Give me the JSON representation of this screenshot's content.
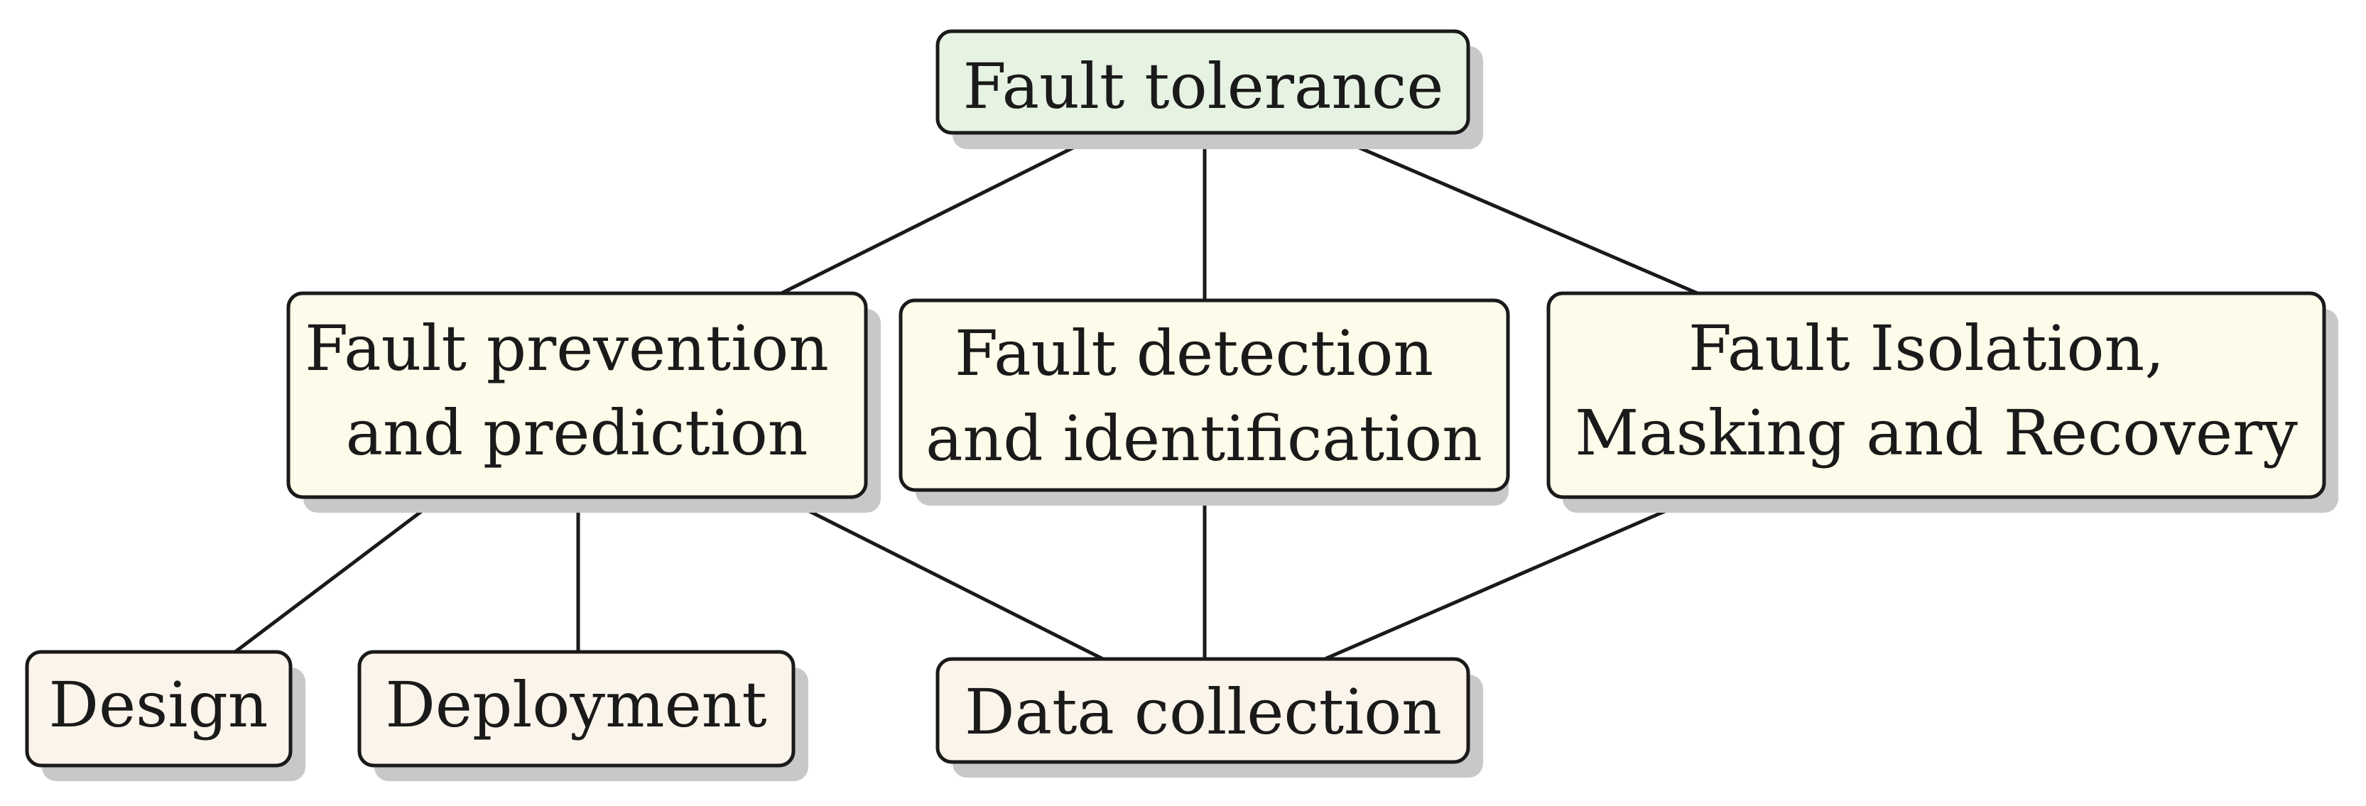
{
  "colors": {
    "root_fill": "#e6f3e3",
    "branch_fill": "#fdfbe9",
    "leaf_fill": "#fbf4ea",
    "stroke": "#1a1a1a",
    "shadow": "#c8c8c8"
  },
  "nodes": {
    "fault_tolerance": {
      "lines": [
        "Fault tolerance"
      ]
    },
    "fault_prevention": {
      "lines": [
        "Fault prevention",
        "and prediction"
      ]
    },
    "fault_detection": {
      "lines": [
        "Fault detection",
        "and identification"
      ]
    },
    "fault_isolation": {
      "lines": [
        "Fault Isolation,",
        "Masking and Recovery"
      ]
    },
    "design": {
      "lines": [
        "Design"
      ]
    },
    "deployment": {
      "lines": [
        "Deployment"
      ]
    },
    "data_collection": {
      "lines": [
        "Data collection"
      ]
    }
  },
  "edges": [
    {
      "from": "fault_tolerance",
      "to": "fault_prevention"
    },
    {
      "from": "fault_tolerance",
      "to": "fault_detection"
    },
    {
      "from": "fault_tolerance",
      "to": "fault_isolation"
    },
    {
      "from": "fault_prevention",
      "to": "design"
    },
    {
      "from": "fault_prevention",
      "to": "deployment"
    },
    {
      "from": "fault_prevention",
      "to": "data_collection"
    },
    {
      "from": "fault_detection",
      "to": "data_collection"
    },
    {
      "from": "fault_isolation",
      "to": "data_collection"
    }
  ]
}
